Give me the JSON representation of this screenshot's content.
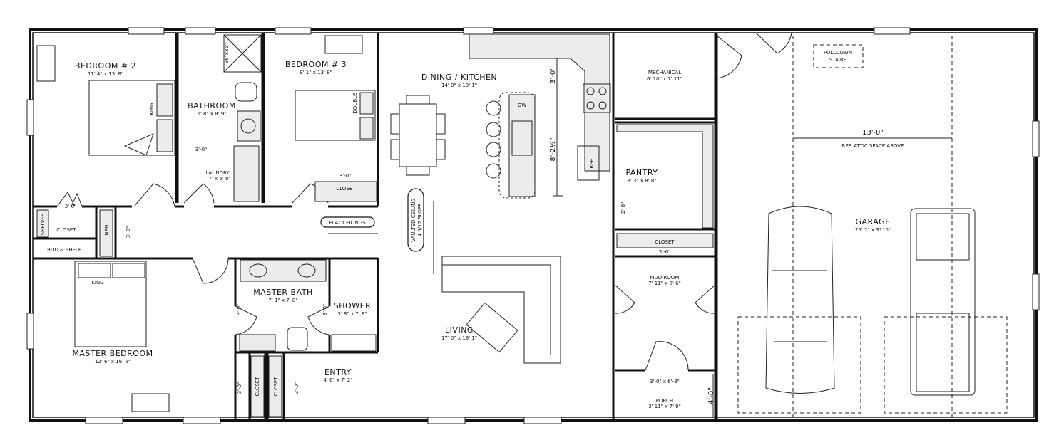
{
  "rooms": {
    "bedroom2": {
      "name": "BEDROOM # 2",
      "size": "11' 4\" x 13' 8\""
    },
    "bathroom": {
      "name": "BATHROOM",
      "size": "6' 8\" x 8' 9\""
    },
    "bedroom3": {
      "name": "BEDROOM # 3",
      "size": "9' 1\" x 13' 8\""
    },
    "dining_kitchen": {
      "name": "DINING / KITCHEN",
      "size": "14' 0\" x 19' 1\""
    },
    "mechanical": {
      "name": "MECHANICAL",
      "size": "6' 10\" x 7' 11\""
    },
    "pantry": {
      "name": "PANTRY",
      "size": "8' 3\" x 8' 8\""
    },
    "laundry": {
      "name": "LAUNDRY",
      "size": "7' x 6' 8\""
    },
    "master_bedroom": {
      "name": "MASTER BEDROOM",
      "size": "12' 6\" x 16' 6\""
    },
    "master_bath": {
      "name": "MASTER BATH",
      "size": "7' 1\" x 7' 8\""
    },
    "shower": {
      "name": "SHOWER",
      "size": "3' 8\" x 7' 8\""
    },
    "entry": {
      "name": "ENTRY",
      "size": "4' 6\" x 7' 2\""
    },
    "living": {
      "name": "LIVING",
      "size": "17' 0\" x 19' 1\""
    },
    "mud_room": {
      "name": "MUD ROOM",
      "size": "7' 11\" x 8' 6\""
    },
    "porch": {
      "name": "PORCH",
      "size": "3' 11\" x 7' 9\""
    },
    "garage": {
      "name": "GARAGE",
      "size": "25' 2\" x 31' 0\""
    }
  },
  "labels": {
    "king": "KING",
    "double": "DOUBLE",
    "closet": "CLOSET",
    "shelves": "SHELVES",
    "rod_shelf": "ROD & SHELF",
    "linen": "LINEN",
    "shower_size": "36\"x36\"",
    "dw": "DW",
    "ref": "REF",
    "flat_ceilings": "FLAT CEILINGS",
    "vaulted_ceiling": "VAULTED CEILING",
    "slope": "4.5/12 SLOPE",
    "pulldown": "PULLDOWN",
    "stairs": "STAIRS",
    "attic": "REF. ATTIC SPACE ABOVE"
  },
  "dimensions": {
    "door_3_0": "3'-0\"",
    "counter_3_0": "3'-0\"",
    "island": "8'-2½\"",
    "pantry_door": "2'-8\"",
    "closet_5_6": "5'-6\"",
    "porch_door": "3'-0\" x 6'-8\"",
    "porch_depth": "4'-0\"",
    "attic_width": "13'-0\""
  }
}
